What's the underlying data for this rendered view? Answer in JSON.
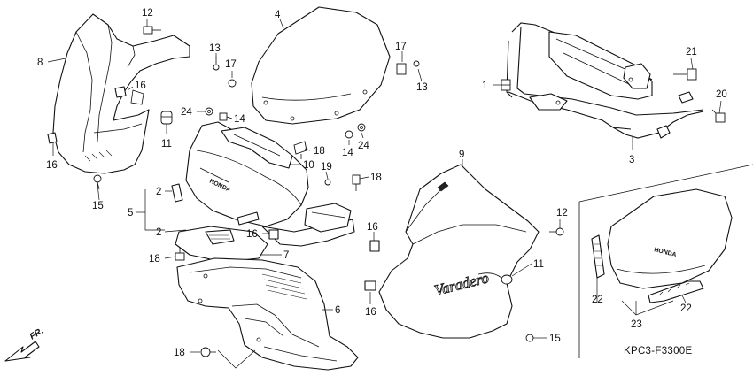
{
  "diagram": {
    "code_label": "KPC3-F3300E",
    "direction_label": "FR.",
    "callouts": [
      {
        "id": "c12a",
        "text": "12"
      },
      {
        "id": "c8",
        "text": "8"
      },
      {
        "id": "c16a",
        "text": "16"
      },
      {
        "id": "c16b",
        "text": "16"
      },
      {
        "id": "c15a",
        "text": "15"
      },
      {
        "id": "c4",
        "text": "4"
      },
      {
        "id": "c13a",
        "text": "13"
      },
      {
        "id": "c17a",
        "text": "17"
      },
      {
        "id": "c24a",
        "text": "24"
      },
      {
        "id": "c11a",
        "text": "11"
      },
      {
        "id": "c14a",
        "text": "14"
      },
      {
        "id": "c17b",
        "text": "17"
      },
      {
        "id": "c13b",
        "text": "13"
      },
      {
        "id": "c18a",
        "text": "18"
      },
      {
        "id": "c10",
        "text": "10"
      },
      {
        "id": "c19",
        "text": "19"
      },
      {
        "id": "c14b",
        "text": "14"
      },
      {
        "id": "c24b",
        "text": "24"
      },
      {
        "id": "c18b",
        "text": "18"
      },
      {
        "id": "c2a",
        "text": "2"
      },
      {
        "id": "c5",
        "text": "5"
      },
      {
        "id": "c2b",
        "text": "2"
      },
      {
        "id": "c16c",
        "text": "16"
      },
      {
        "id": "c18c",
        "text": "18"
      },
      {
        "id": "c7",
        "text": "7"
      },
      {
        "id": "c6",
        "text": "6"
      },
      {
        "id": "c18d",
        "text": "18"
      },
      {
        "id": "c9",
        "text": "9"
      },
      {
        "id": "c16d",
        "text": "16"
      },
      {
        "id": "c11b",
        "text": "11"
      },
      {
        "id": "c16e",
        "text": "16"
      },
      {
        "id": "c15b",
        "text": "15"
      },
      {
        "id": "c12b",
        "text": "12"
      },
      {
        "id": "c1",
        "text": "1"
      },
      {
        "id": "c21",
        "text": "21"
      },
      {
        "id": "c20",
        "text": "20"
      },
      {
        "id": "c3",
        "text": "3"
      },
      {
        "id": "c22a",
        "text": "22"
      },
      {
        "id": "c23",
        "text": "23"
      },
      {
        "id": "c22b",
        "text": "22"
      }
    ]
  }
}
